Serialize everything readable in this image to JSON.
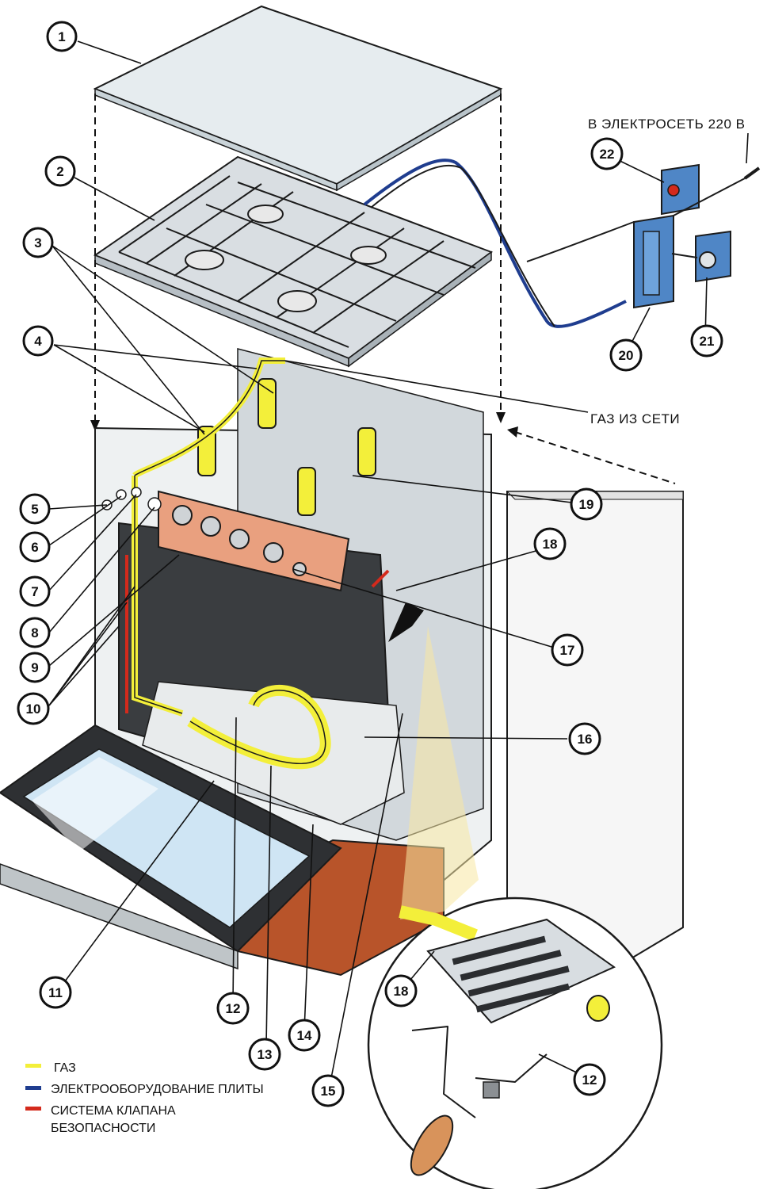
{
  "labels": {
    "power_supply": "В ЭЛЕКТРОСЕТЬ 220 В",
    "gas_supply": "ГАЗ ИЗ СЕТИ"
  },
  "callouts": [
    "1",
    "2",
    "3",
    "4",
    "5",
    "6",
    "7",
    "8",
    "9",
    "10",
    "11",
    "12",
    "13",
    "14",
    "15",
    "16",
    "17",
    "18",
    "19",
    "20",
    "21",
    "22",
    "18",
    "12"
  ],
  "legend": {
    "items": [
      {
        "label": "ГАЗ",
        "color": "#f3ef3a"
      },
      {
        "label": "ЭЛЕКТРООБОРУДОВАНИЕ ПЛИТЫ",
        "color": "#1f3d8f"
      },
      {
        "label_line1": "СИСТЕМА КЛАПАНА",
        "label_line2": "БЕЗОПАСНОСТИ",
        "color": "#d42a1c"
      }
    ]
  },
  "colors": {
    "gas": "#f3ef3a",
    "electric": "#1f3d8f",
    "safety_valve": "#d42a1c",
    "control_panel": "#e9a07f",
    "oven_floor_wood": "#b8542a"
  }
}
